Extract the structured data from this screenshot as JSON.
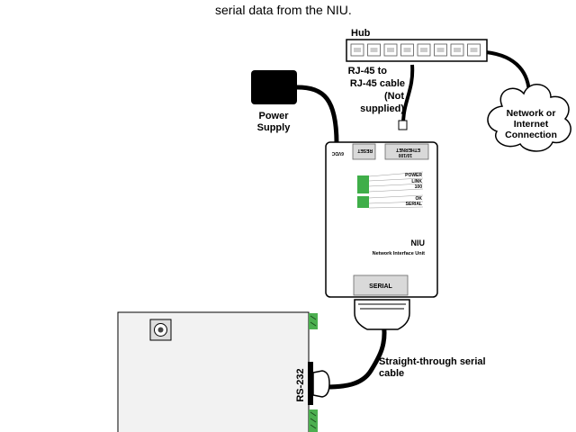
{
  "caption": "serial data from the NIU.",
  "hub": {
    "label": "Hub",
    "port_count": 8
  },
  "cable_rj45": {
    "lines": [
      "RJ-45 to",
      "RJ-45 cable",
      "(Not",
      "supplied)"
    ]
  },
  "power_supply": {
    "lines": [
      "Power",
      "Supply"
    ]
  },
  "network_cloud": {
    "lines": [
      "Network or",
      "Internet",
      "Connection"
    ]
  },
  "niu": {
    "port_labels": {
      "dc": "6VDC",
      "reset": "RESET",
      "ethernet_top": "ETHERNET",
      "ethernet_bottom": "10/100"
    },
    "leds_group1": [
      "POWER",
      "LINK",
      "100"
    ],
    "leds_group2": [
      "OK",
      "SERIAL"
    ],
    "title": "NIU",
    "subtitle": "Network Interface Unit",
    "serial_label": "SERIAL"
  },
  "serial_cable": {
    "lines": [
      "Straight-through serial",
      "cable"
    ]
  },
  "device": {
    "port_label": "RS-232"
  },
  "colors": {
    "led_green": "#3fae49",
    "device_panel": "#f2f2f2",
    "port_gray": "#d9d9d9",
    "terminal_green": "#4caf50"
  }
}
